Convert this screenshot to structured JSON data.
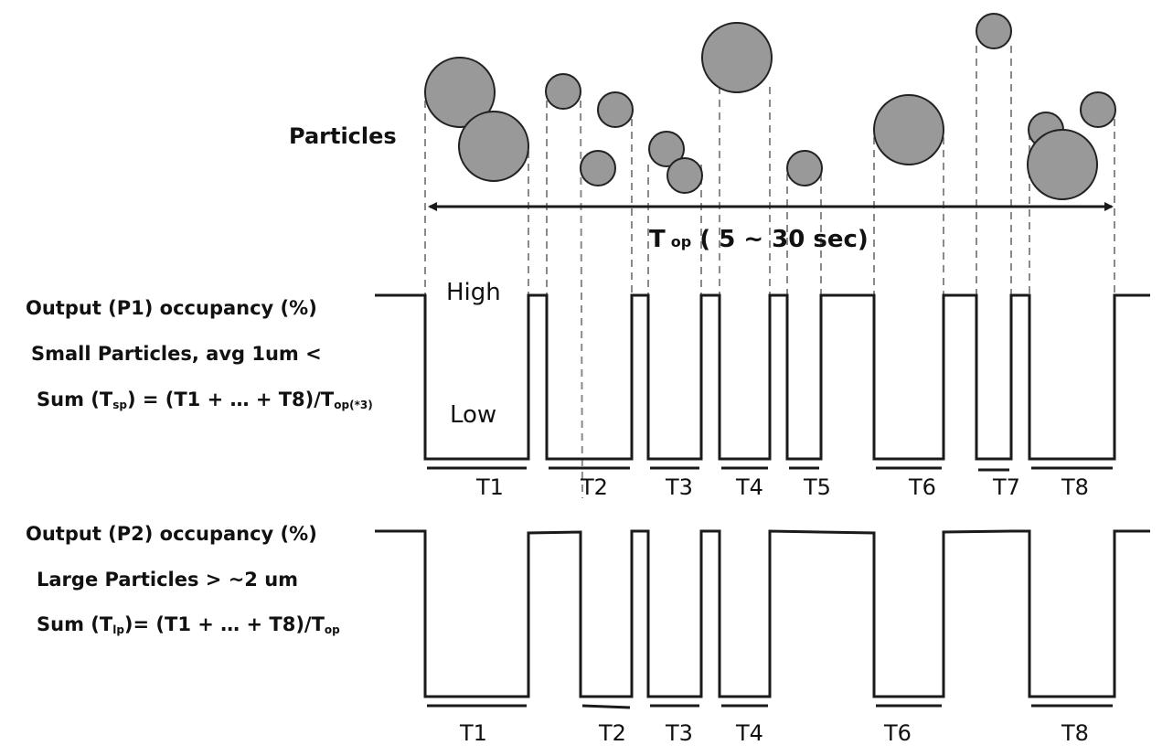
{
  "particles_label": "Particles",
  "top_label": {
    "main": "T",
    "sub": "op",
    "rest": " ( 5 ~ 30 sec)"
  },
  "level_high": "High",
  "level_low": "Low",
  "p1": {
    "line1": "Output (P1) occupancy (%)",
    "line2": "Small Particles, avg 1um <",
    "line3": {
      "a": "Sum (T",
      "sub1": "sp",
      "b": ") = (T1 + … + T8)/T",
      "sub2": "op(*3)"
    },
    "pulse_labels": [
      "T1",
      "T2",
      "T3",
      "T4",
      "T5",
      "T6",
      "T7",
      "T8"
    ]
  },
  "p2": {
    "line1": "Output (P2) occupancy (%)",
    "line2": "Large Particles > ~2 um",
    "line3": {
      "a": "Sum (T",
      "sub1": "lp",
      "b": ")= (T1 + … + T8)/T",
      "sub2": "op"
    },
    "pulse_labels": [
      "T1",
      "T2",
      "T3",
      "T4",
      "T6",
      "T8"
    ]
  },
  "colors": {
    "particle_fill": "#999999",
    "particle_stroke": "#222222",
    "line": "#1a1a1a",
    "dash": "#8a8a8a"
  }
}
